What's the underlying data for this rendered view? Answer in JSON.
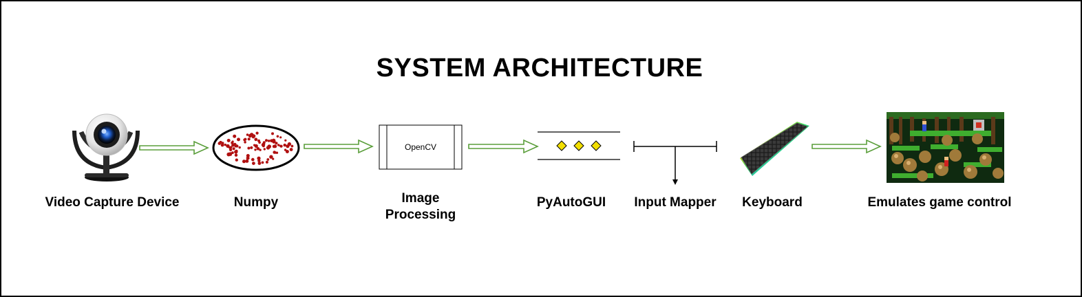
{
  "title": "SYSTEM ARCHITECTURE",
  "nodes": {
    "video_capture": {
      "label": "Video Capture Device",
      "icon": "webcam-icon"
    },
    "numpy": {
      "label": "Numpy",
      "icon": "numpy-array-icon"
    },
    "image_processing": {
      "label_line1": "Image",
      "label_line2": "Processing",
      "inner_label": "OpenCV",
      "icon": "process-box-icon"
    },
    "pyautogui": {
      "label": "PyAutoGUI",
      "icon": "data-store-icon"
    },
    "input_mapper": {
      "label": "Input Mapper",
      "icon": "mapper-icon"
    },
    "keyboard": {
      "label": "Keyboard",
      "icon": "keyboard-icon"
    },
    "game": {
      "label": "Emulates game control",
      "icon": "game-screenshot-icon"
    }
  },
  "colors": {
    "arrow": "#5a9e3a",
    "dot": "#b01010",
    "diamond": "#f2df00",
    "text": "#000000"
  }
}
